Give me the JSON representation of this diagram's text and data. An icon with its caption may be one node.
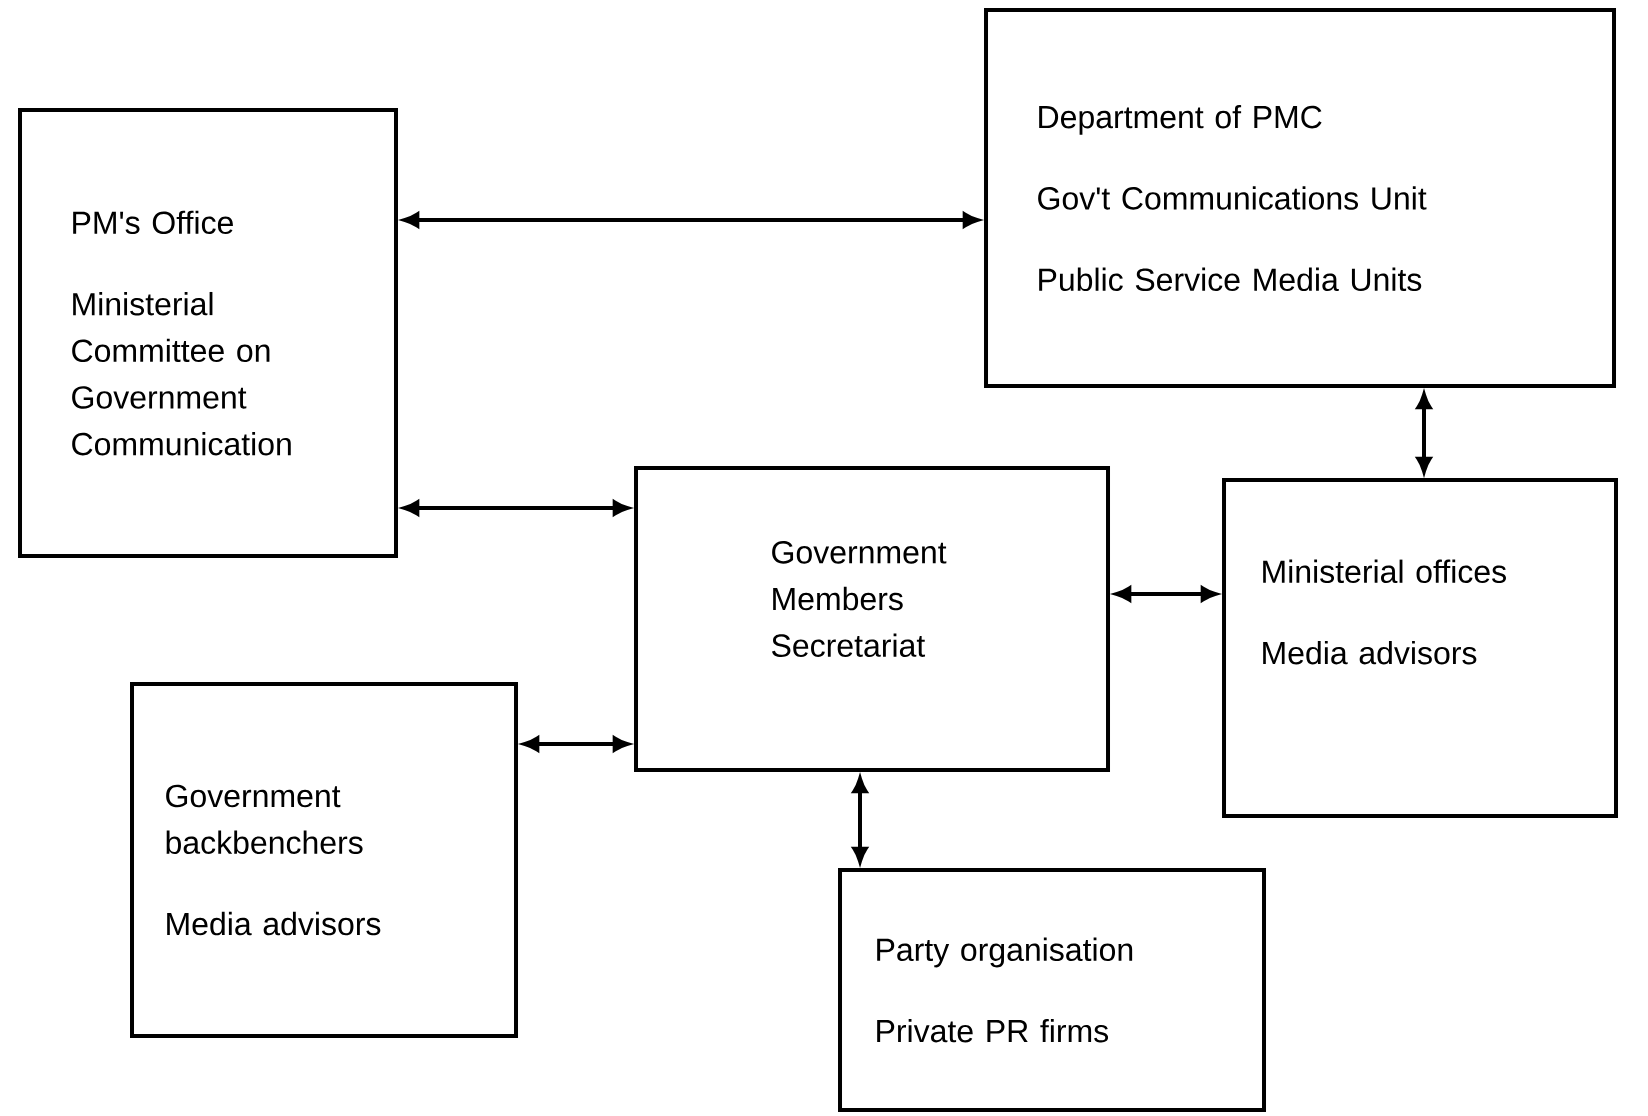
{
  "diagram": {
    "nodes": [
      {
        "text": [
          "PM's Office",
          "Ministerial Committee on Government Communication"
        ]
      },
      {
        "text": [
          "Department of PMC",
          "Gov't Communications Unit",
          "Public Service Media Units"
        ]
      },
      {
        "text": [
          "Government Members Secretariat"
        ]
      },
      {
        "text": [
          "Ministerial offices",
          "Media advisors"
        ]
      },
      {
        "text": [
          "Government backbenchers",
          "Media advisors"
        ]
      },
      {
        "text": [
          "Party organisation",
          "Private PR firms"
        ]
      }
    ],
    "edges": [
      {
        "from": 0,
        "to": 1,
        "arrow": "both"
      },
      {
        "from": 0,
        "to": 2,
        "arrow": "both"
      },
      {
        "from": 1,
        "to": 3,
        "arrow": "both"
      },
      {
        "from": 2,
        "to": 3,
        "arrow": "both"
      },
      {
        "from": 4,
        "to": 2,
        "arrow": "both"
      },
      {
        "from": 2,
        "to": 5,
        "arrow": "both"
      }
    ]
  }
}
